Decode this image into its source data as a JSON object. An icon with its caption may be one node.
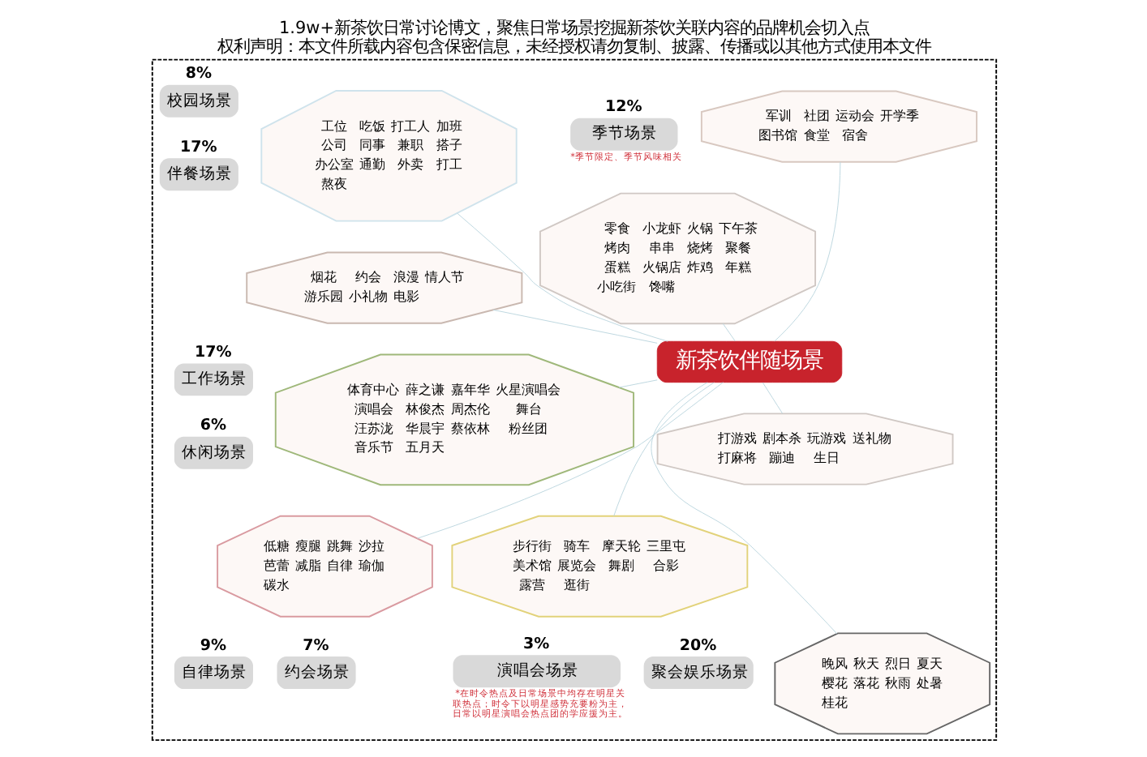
{
  "diagram": {
    "title": "1.9w+新茶饮日常讨论博文，聚焦日常场景挖掘新茶饮关联内容的品牌机会切入点",
    "caption": "权利声明：本文件所载内容包含保密信息，未经授权请勿复制、披露、传播或以其他方式使用本文件",
    "nodes": [
      {
        "text": [],
        "shape": "box"
      },
      {
        "text": [
          "工作场景"
        ],
        "beside": [
          "17%"
        ],
        "in": 0
      },
      {
        "text": [
          "工位",
          "吃饭",
          "打工人",
          "加班",
          "公司",
          "同事",
          "兼职",
          "搭子",
          "办公室",
          "通勤",
          "外卖",
          "打工",
          "熬夜"
        ],
        "in": 0
      },
      {
        "text": [
          "体育中心",
          "薛之谦",
          "嘉年华",
          "火星演唱会",
          "演唱会",
          "林俊杰",
          "周杰伦",
          "舞台",
          "汪苏泷",
          "华晨宇",
          "蔡依林",
          "粉丝团",
          "音乐节",
          "五月天"
        ],
        "in": 0
      },
      {
        "text": [
          "演唱会场景"
        ],
        "beside": [
          "3%",
          "*在时令热点及日常场景中均存在明星关联热点；时令下以明星感势充要粉为主，日常以明星演唱会热点团的学应援为主。"
        ],
        "in": 0
      },
      {
        "text": [
          "休闲场景"
        ],
        "beside": [
          "6%"
        ],
        "in": 0
      },
      {
        "text": [
          "步行街",
          "骑车",
          "摩天轮",
          "三里屯",
          "美术馆",
          "展览会",
          "舞剧",
          "合影",
          "露营",
          "逛街"
        ],
        "in": 0
      },
      {
        "text": [
          "低糖",
          "瘦腿",
          "跳舞",
          "沙拉",
          "芭蕾",
          "减脂",
          "自律",
          "瑜伽",
          "碳水"
        ],
        "in": 0
      },
      {
        "text": [
          "自律场景"
        ],
        "beside": [
          "9%"
        ],
        "in": 0
      },
      {
        "text": [
          "新茶饮伴随场景"
        ],
        "in": 0
      },
      {
        "text": [
          "烟花",
          "约会",
          "浪漫",
          "情人节",
          "游乐园",
          "小礼物",
          "电影"
        ],
        "in": 0
      },
      {
        "text": [
          "晚风",
          "秋天",
          "烈日",
          "夏天",
          "樱花",
          "落花",
          "秋雨",
          "处暑",
          "桂花"
        ],
        "in": 0
      },
      {
        "text": [
          "约会场景"
        ],
        "beside": [
          "7%"
        ],
        "in": 0
      },
      {
        "text": [
          "军训",
          "社团",
          "运动会",
          "开学季",
          "图书馆",
          "食堂",
          "宿舍"
        ],
        "in": 0
      },
      {
        "text": [
          "季节场景"
        ],
        "beside": [
          "12%",
          "*季节限定、季节风味相关"
        ],
        "in": 0
      },
      {
        "text": [
          "零食",
          "小龙虾",
          "火锅",
          "下午茶",
          "烤肉",
          "串串",
          "烧烤",
          "聚餐",
          "蛋糕",
          "火锅店",
          "炸鸡",
          "年糕",
          "小吃街",
          "馋嘴"
        ],
        "in": 0
      },
      {
        "text": [
          "打游戏",
          "剧本杀",
          "玩游戏",
          "送礼物",
          "打麻将",
          "蹦迪",
          "生日"
        ],
        "in": 0
      },
      {
        "text": [
          "校园场景"
        ],
        "beside": [
          "8%"
        ],
        "in": 0
      },
      {
        "text": [
          "聚会娱乐场景"
        ],
        "beside": [
          "20%"
        ],
        "in": 0
      },
      {
        "text": [
          "伴餐场景"
        ],
        "beside": [
          "17%"
        ],
        "in": 0
      }
    ],
    "edges": [
      {
        "from": 9,
        "to": 2,
        "arrow": "none"
      },
      {
        "from": 9,
        "to": 3,
        "arrow": "none"
      },
      {
        "from": 9,
        "to": 7,
        "arrow": "none"
      },
      {
        "from": 9,
        "to": 10,
        "arrow": "none"
      },
      {
        "from": 9,
        "to": 13,
        "arrow": "none"
      },
      {
        "from": 9,
        "to": 16,
        "arrow": "none"
      },
      {
        "from": 9,
        "to": 15,
        "arrow": "none"
      },
      {
        "from": 9,
        "to": 11,
        "arrow": "none"
      },
      {
        "from": 9,
        "to": 6,
        "arrow": "none"
      }
    ]
  }
}
